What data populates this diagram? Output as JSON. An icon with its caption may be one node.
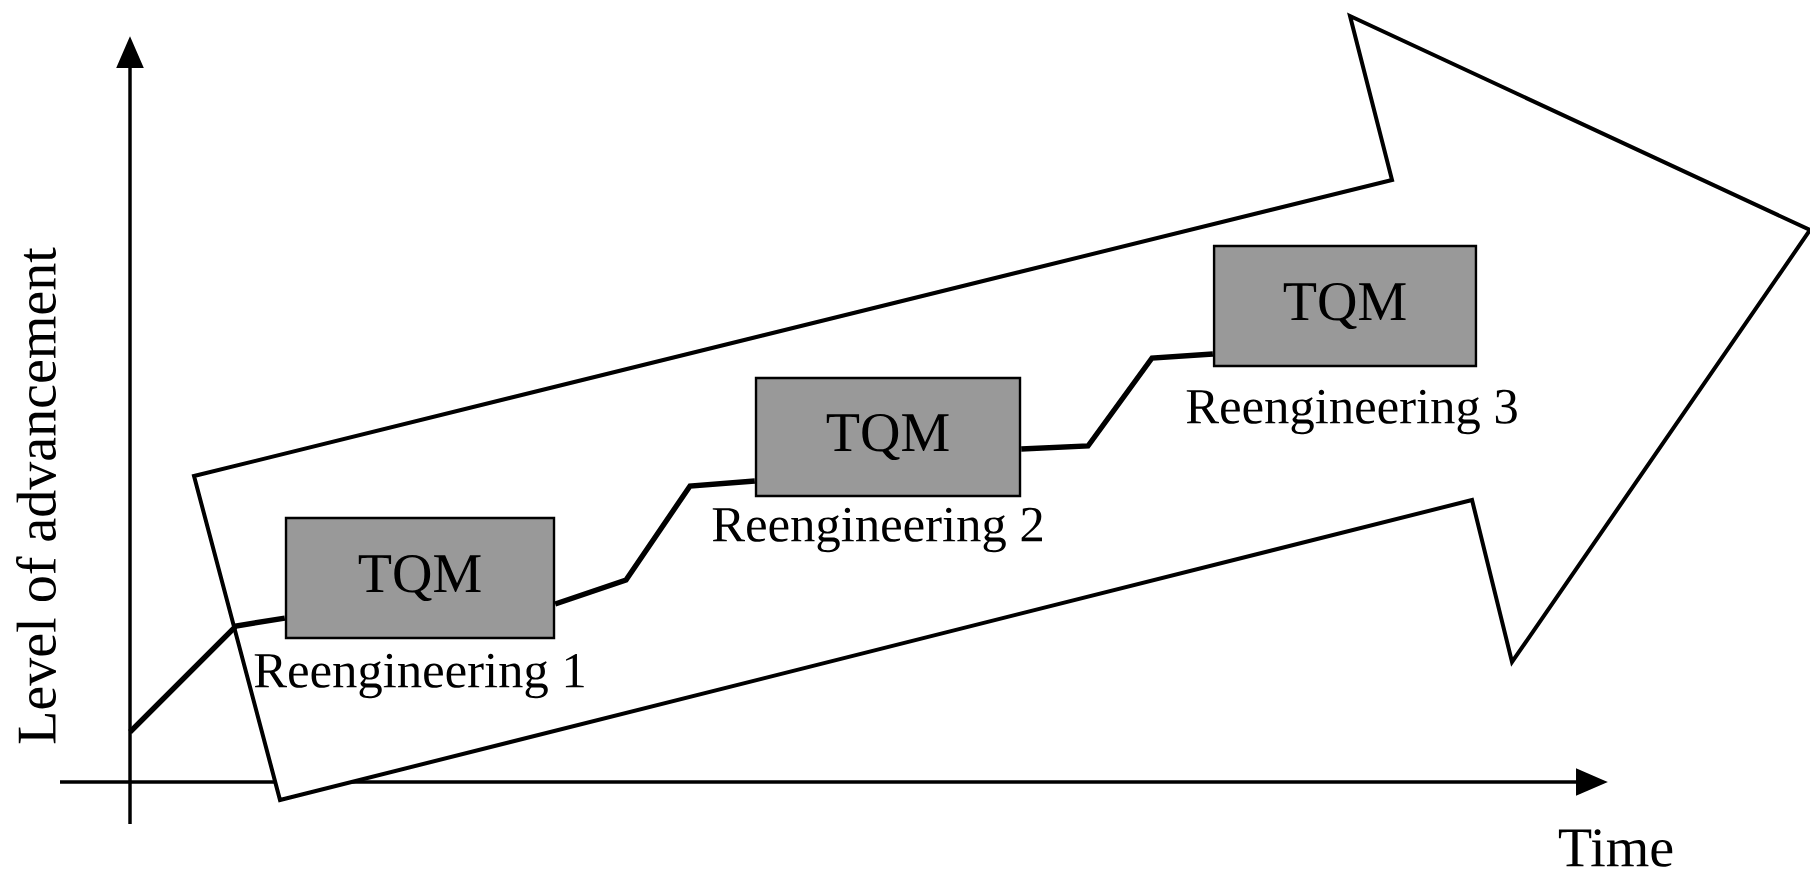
{
  "diagram": {
    "nodes": [
      {
        "text": [],
        "shape": "arrow"
      },
      {
        "text": [
          "TQM"
        ],
        "in": 0,
        "beside": [
          "Reengineering 1"
        ]
      },
      {
        "text": [
          "TQM"
        ],
        "in": 0,
        "beside": [
          "Reengineering 2"
        ]
      },
      {
        "text": [
          "TQM"
        ],
        "in": 0,
        "beside": [
          "Reengineering 3"
        ]
      }
    ],
    "edges": [
      {
        "from": null,
        "to": 1,
        "arrow": "none"
      },
      {
        "from": 1,
        "to": 2,
        "arrow": "none"
      },
      {
        "from": 2,
        "to": 3,
        "arrow": "none"
      }
    ],
    "labels": [
      "Level of advancement",
      "Time"
    ]
  }
}
